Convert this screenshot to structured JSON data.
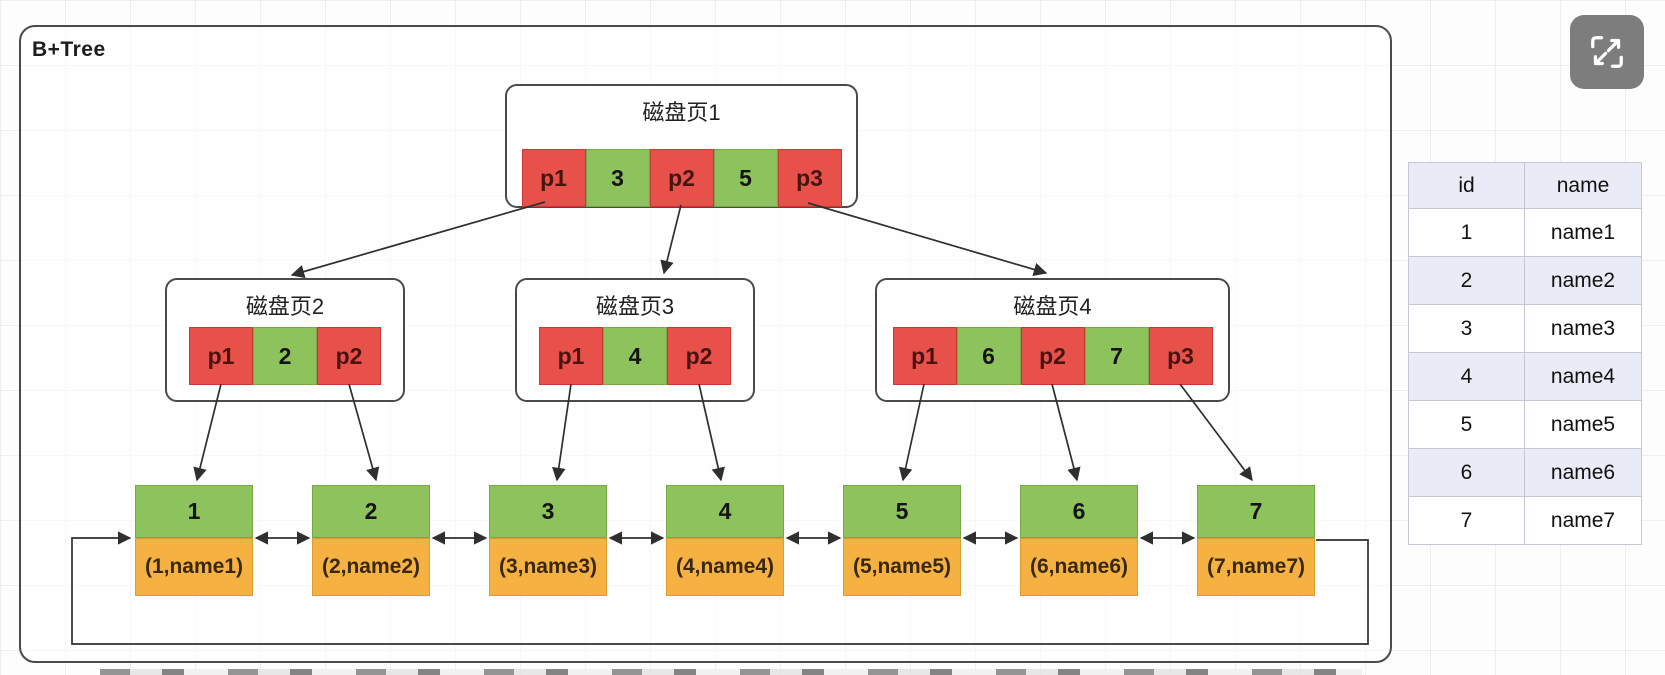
{
  "frame": {
    "title": "B+Tree"
  },
  "diagram": {
    "nodes": [
      {
        "id": "page1",
        "title": "磁盘页1",
        "cells": [
          {
            "label": "p1",
            "type": "pointer"
          },
          {
            "label": "3",
            "type": "key"
          },
          {
            "label": "p2",
            "type": "pointer"
          },
          {
            "label": "5",
            "type": "key"
          },
          {
            "label": "p3",
            "type": "pointer"
          }
        ]
      },
      {
        "id": "page2",
        "title": "磁盘页2",
        "cells": [
          {
            "label": "p1",
            "type": "pointer"
          },
          {
            "label": "2",
            "type": "key"
          },
          {
            "label": "p2",
            "type": "pointer"
          }
        ]
      },
      {
        "id": "page3",
        "title": "磁盘页3",
        "cells": [
          {
            "label": "p1",
            "type": "pointer"
          },
          {
            "label": "4",
            "type": "key"
          },
          {
            "label": "p2",
            "type": "pointer"
          }
        ]
      },
      {
        "id": "page4",
        "title": "磁盘页4",
        "cells": [
          {
            "label": "p1",
            "type": "pointer"
          },
          {
            "label": "6",
            "type": "key"
          },
          {
            "label": "p2",
            "type": "pointer"
          },
          {
            "label": "7",
            "type": "key"
          },
          {
            "label": "p3",
            "type": "pointer"
          }
        ]
      }
    ],
    "leaves": [
      {
        "key": "1",
        "record": "(1,name1)"
      },
      {
        "key": "2",
        "record": "(2,name2)"
      },
      {
        "key": "3",
        "record": "(3,name3)"
      },
      {
        "key": "4",
        "record": "(4,name4)"
      },
      {
        "key": "5",
        "record": "(5,name5)"
      },
      {
        "key": "6",
        "record": "(6,name6)"
      },
      {
        "key": "7",
        "record": "(7,name7)"
      }
    ]
  },
  "table": {
    "headers": [
      "id",
      "name"
    ],
    "rows": [
      [
        "1",
        "name1"
      ],
      [
        "2",
        "name2"
      ],
      [
        "3",
        "name3"
      ],
      [
        "4",
        "name4"
      ],
      [
        "5",
        "name5"
      ],
      [
        "6",
        "name6"
      ],
      [
        "7",
        "name7"
      ]
    ]
  },
  "icons": {
    "expand": "expand-icon"
  },
  "colors": {
    "pointer": "#e85149",
    "pointer_border": "#c8392f",
    "key": "#8ec25d",
    "key_border": "#76a748",
    "record": "#f5b242",
    "record_border": "#dd9c2b",
    "frame_border": "#4a4a4a",
    "edge": "#2f2f2f",
    "table_header_bg": "#e9ecf6",
    "table_border": "#c6c9d4",
    "button_bg": "#7d7d7d"
  }
}
